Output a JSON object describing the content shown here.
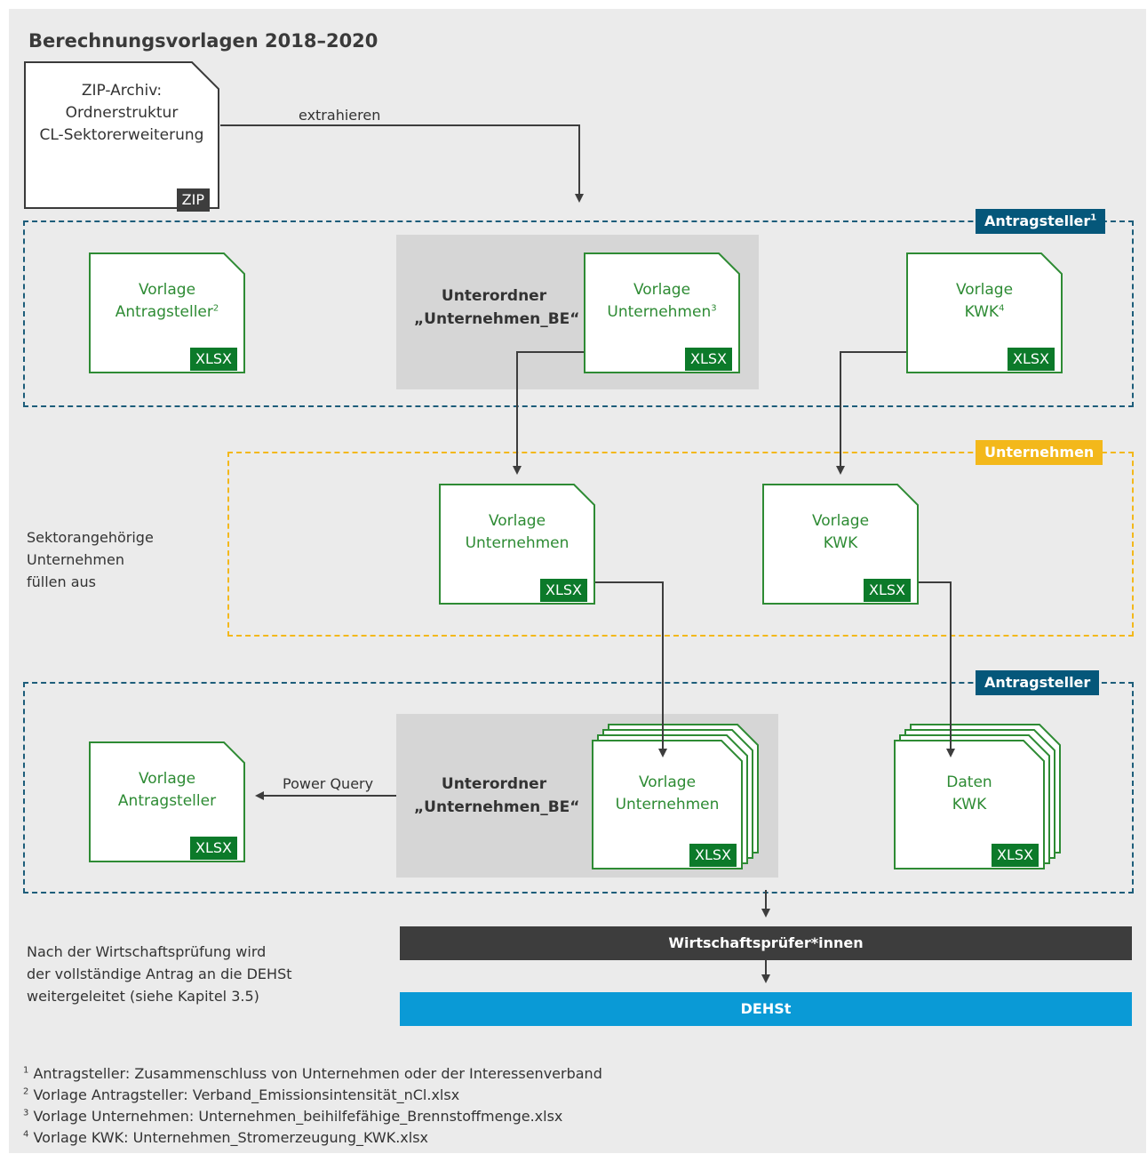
{
  "title": "Berechnungsvorlagen 2018–2020",
  "zip": {
    "lines": [
      "ZIP-Archiv:",
      "Ordnerstruktur",
      "CL-Sektorerweiterung"
    ],
    "badge": "ZIP"
  },
  "extract_label": "extrahieren",
  "sections": {
    "antragsteller_top": "Antragsteller",
    "antragsteller_top_sup": "1",
    "unternehmen": "Unternehmen",
    "antragsteller_bottom": "Antragsteller"
  },
  "top_row": {
    "vorlage_antragsteller": {
      "line1": "Vorlage",
      "line2": "Antragsteller",
      "sup": "2",
      "badge": "XLSX"
    },
    "unterordner": {
      "line1": "Unterordner",
      "line2": "„Unternehmen_BE“"
    },
    "vorlage_unternehmen": {
      "line1": "Vorlage",
      "line2": "Unternehmen",
      "sup": "3",
      "badge": "XLSX"
    },
    "vorlage_kwk": {
      "line1": "Vorlage",
      "line2": "KWK",
      "sup": "4",
      "badge": "XLSX"
    }
  },
  "middle_row": {
    "side_text": [
      "Sektorangehörige",
      "Unternehmen",
      "füllen aus"
    ],
    "vorlage_unternehmen": {
      "line1": "Vorlage",
      "line2": "Unternehmen",
      "badge": "XLSX"
    },
    "vorlage_kwk": {
      "line1": "Vorlage",
      "line2": "KWK",
      "badge": "XLSX"
    }
  },
  "bottom_row": {
    "vorlage_antragsteller": {
      "line1": "Vorlage",
      "line2": "Antragsteller",
      "badge": "XLSX"
    },
    "power_query": "Power Query",
    "unterordner": {
      "line1": "Unterordner",
      "line2": "„Unternehmen_BE“"
    },
    "vorlage_unternehmen": {
      "line1": "Vorlage",
      "line2": "Unternehmen",
      "badge": "XLSX"
    },
    "daten_kwk": {
      "line1": "Daten",
      "line2": "KWK",
      "badge": "XLSX"
    }
  },
  "final": {
    "side_text": [
      "Nach der Wirtschaftsprüfung wird",
      "der vollständige Antrag an die DEHSt",
      "weitergeleitet (siehe Kapitel 3.5)"
    ],
    "wp_bar": "Wirtschaftsprüfer*innen",
    "dehst_bar": "DEHSt"
  },
  "footnotes": [
    {
      "num": "1",
      "text": "Antragsteller: Zusammenschluss von Unternehmen oder der Interessenverband"
    },
    {
      "num": "2",
      "text": "Vorlage Antragsteller: Verband_Emissionsintensität_nCl.xlsx"
    },
    {
      "num": "3",
      "text": "Vorlage Unternehmen: Unternehmen_beihilfefähige_Brennstoffmenge.xlsx"
    },
    {
      "num": "4",
      "text": "Vorlage KWK: Unternehmen_Stromerzeugung_KWK.xlsx"
    }
  ],
  "colors": {
    "panel": "#ebebeb",
    "green": "#2e8b34",
    "badge_green": "#0c7a2a",
    "blue_label": "#05577a",
    "yellow": "#f3b81b",
    "dark_bar": "#3d3d3d",
    "dehst_bar": "#0a9ad6"
  }
}
